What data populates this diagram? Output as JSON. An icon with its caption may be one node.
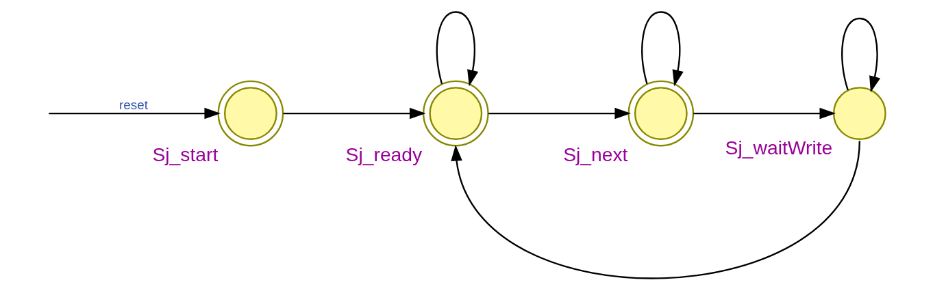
{
  "diagram": {
    "nodes": [
      {
        "text": [
          "Sj_start"
        ]
      },
      {
        "text": [
          "Sj_ready"
        ]
      },
      {
        "text": [
          "Sj_next"
        ]
      },
      {
        "text": [
          "Sj_waitWrite"
        ]
      }
    ],
    "edges": [
      {
        "from": null,
        "to": 0,
        "arrow": "to",
        "label": "reset"
      },
      {
        "from": 0,
        "to": 1,
        "arrow": "to"
      },
      {
        "from": 1,
        "to": 1,
        "arrow": "to"
      },
      {
        "from": 1,
        "to": 2,
        "arrow": "to"
      },
      {
        "from": 2,
        "to": 2,
        "arrow": "to"
      },
      {
        "from": 2,
        "to": 3,
        "arrow": "to"
      },
      {
        "from": 3,
        "to": 3,
        "arrow": "to"
      },
      {
        "from": 3,
        "to": 1,
        "arrow": "to"
      }
    ]
  }
}
